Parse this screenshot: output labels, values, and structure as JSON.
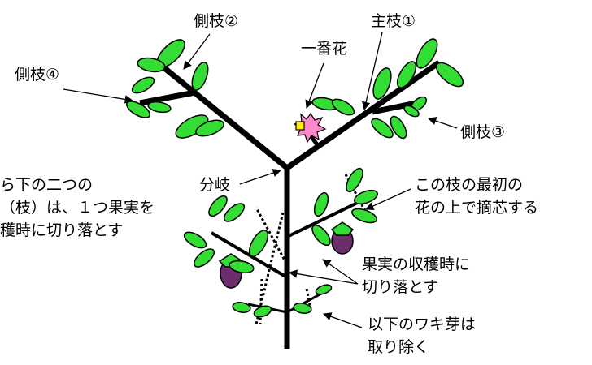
{
  "labels": {
    "side_branch_2": "側枝②",
    "main_branch_1": "主枝①",
    "first_flower": "一番花",
    "side_branch_4": "側枝④",
    "side_branch_3": "側枝③",
    "fork": "分岐",
    "left_note_line1": "ら下の二つの",
    "left_note_line2": "（枝）は、１つ果実を",
    "left_note_line3": "穫時に切り落とす",
    "pinch_note_line1": "この枝の最初の",
    "pinch_note_line2": "花の上で摘芯する",
    "harvest_note_line1": "果実の収穫時に",
    "harvest_note_line2": "切り落とす",
    "sucker_note_line1": "以下のワキ芽は",
    "sucker_note_line2": "取り除く"
  },
  "colors": {
    "leaf": "#33dd33",
    "stem": "#000000",
    "flower": "#ff88cc",
    "flower_center": "#ffee00",
    "eggplant": "#6b2d6b"
  }
}
